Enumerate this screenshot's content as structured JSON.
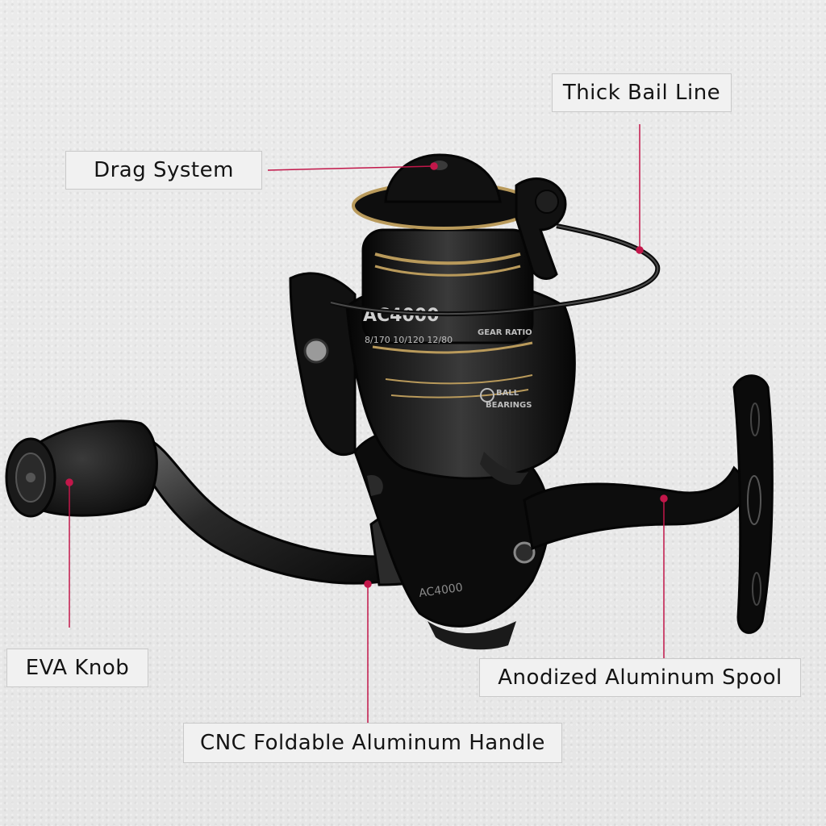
{
  "callouts": {
    "thick_bail_line": "Thick Bail Line",
    "drag_system": "Drag System",
    "eva_knob": "EVA Knob",
    "anodized_aluminum_spool": "Anodized Aluminum Spool",
    "cnc_foldable_aluminum_handle": "CNC Foldable Aluminum Handle"
  },
  "reel_markings": {
    "model_top": "AC4000",
    "line_capacity": "8/170  10/120  12/80",
    "gear_ratio": "GEAR RATIO",
    "ball_bearings_1": "BALL",
    "ball_bearings_2": "BEARINGS",
    "model_body": "AC4000"
  },
  "colors": {
    "background": "#e9e9e9",
    "reel_black": "#0d0d0d",
    "gold_trim": "#b99a5b",
    "leader_line": "#c2174a"
  }
}
